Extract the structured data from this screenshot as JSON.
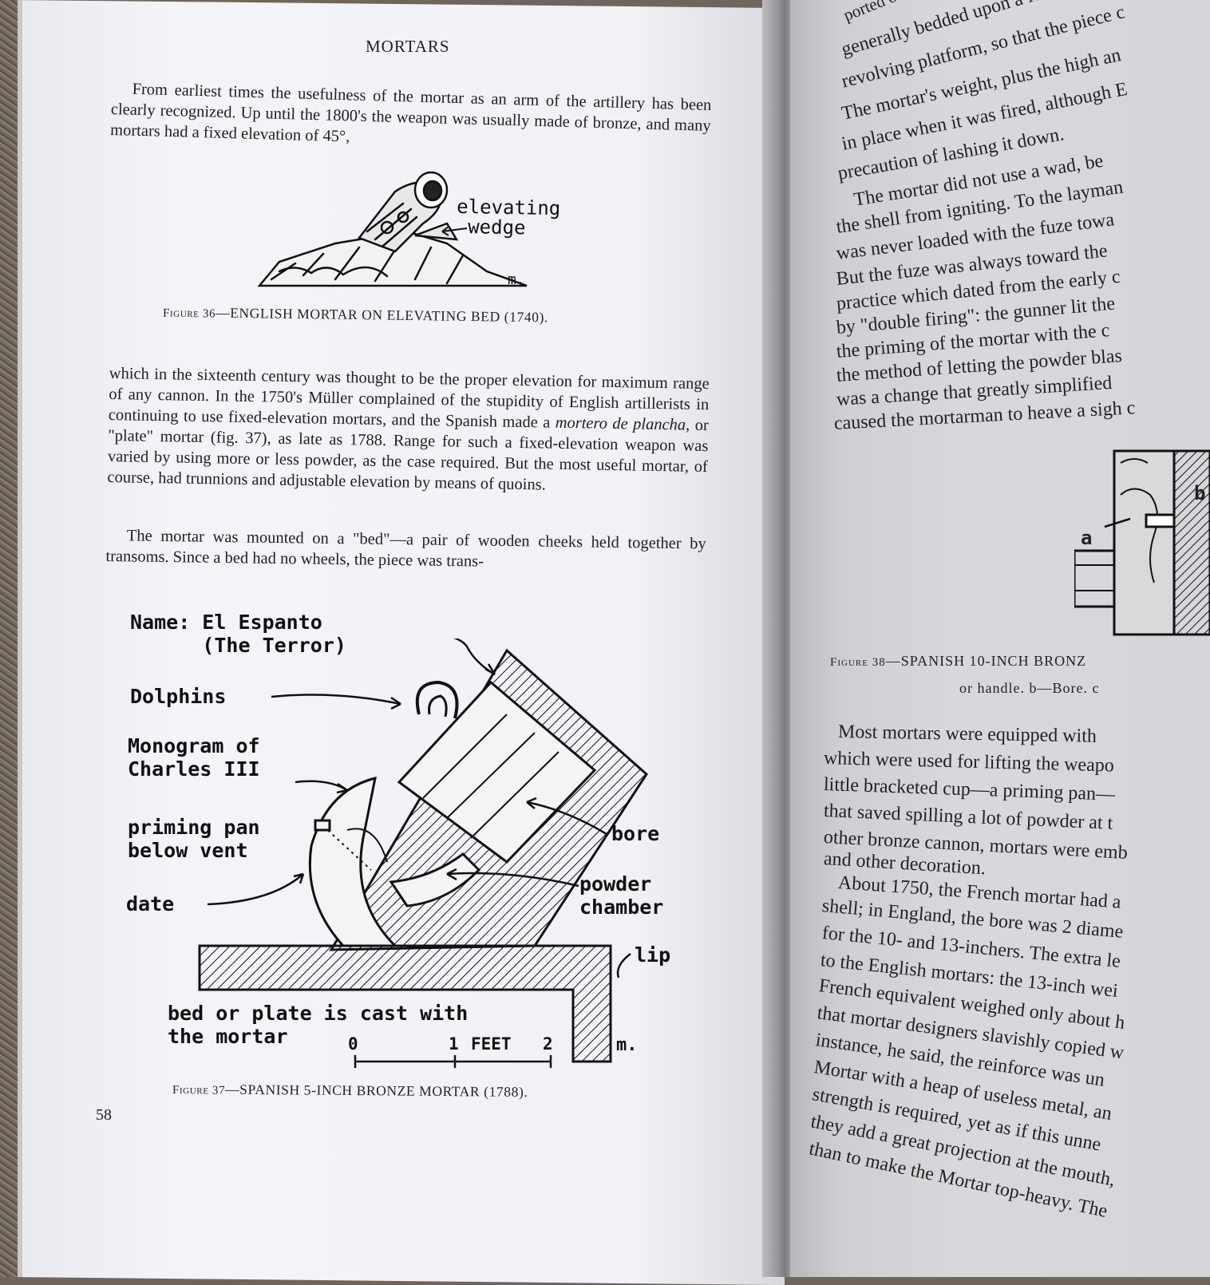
{
  "left_page": {
    "running_head": "MORTARS",
    "paragraph_1": "From earliest times the usefulness of the mortar as an arm of the artillery has been clearly recognized. Up until the 1800's the weapon was usually made of bronze, and many mortars had a fixed elevation of 45°,",
    "figure_36": {
      "labels": {
        "elevating_wedge": "elevating\n wedge",
        "artist": "m."
      },
      "caption_prefix": "Figure 36",
      "caption_text": "—ENGLISH MORTAR ON ELEVATING BED (1740)."
    },
    "paragraph_2": "which in the sixteenth century was thought to be the proper elevation for maximum range of any cannon. In the 1750's Müller complained of the stupidity of English artillerists in continuing to use fixed-elevation mortars, and the Spanish made a mortero de plancha, or \"plate\" mortar (fig. 37), as late as 1788. Range for such a fixed-elevation weapon was varied by using more or less powder, as the case required. But the most useful mortar, of course, had trunnions and adjustable elevation by means of quoins.",
    "paragraph_3": "The mortar was mounted on a \"bed\"—a pair of wooden cheeks held together by transoms. Since a bed had no wheels, the piece was trans-",
    "figure_37": {
      "labels": {
        "name": "Name: El Espanto\n      (The Terror)",
        "dolphins": "Dolphins",
        "monogram": "Monogram of\nCharles III",
        "priming_pan": "priming pan\nbelow vent",
        "date": "date",
        "bore": "bore",
        "powder_chamber": "powder\nchamber",
        "lip": "lip",
        "bed_plate": "bed or plate is cast with\nthe mortar",
        "scale_0": "0",
        "scale_1": "1",
        "scale_feet": "FEET",
        "scale_2": "2",
        "artist": "m."
      },
      "caption_prefix": "Figure 37",
      "caption_text": "—SPANISH 5-INCH BRONZE MORTAR (1788)."
    },
    "page_number": "58"
  },
  "right_page": {
    "lines_top": [
      "ported on a mortar",
      "generally bedded upon a leve",
      "revolving platform, so that the piece c",
      "The mortar's weight, plus the high an",
      "in place when it was fired, although E",
      "precaution of lashing it down.",
      "The mortar did not use a wad, be",
      "the shell from igniting. To the layman",
      "was never loaded with the fuze towa",
      "But the fuze was always toward the",
      "practice which dated from the early c",
      "by \"double firing\": the gunner lit the",
      "the priming of the mortar with the c",
      "the method of letting the powder blas",
      "was a change that greatly simplified",
      "caused the mortarman to heave a sigh c"
    ],
    "figure_38": {
      "labels": {
        "a": "a",
        "b": "b"
      },
      "caption_prefix": "Figure 38",
      "caption_text": "—SPANISH 10-INCH BRONZ",
      "caption_line_2": "or handle.  b—Bore.  c"
    },
    "lines_bottom": [
      "Most mortars were equipped with",
      "which were used for lifting the weapo",
      "little bracketed cup—a priming pan—",
      "that saved spilling a lot of powder at t",
      "other bronze cannon, mortars were emb",
      "and other decoration.",
      "About 1750, the French mortar had a",
      "shell; in England, the bore was 2 diame",
      "for the 10- and 13-inchers. The extra le",
      "to the English mortars: the 13-inch wei",
      "French equivalent weighed only about h",
      "that mortar designers slavishly copied w",
      "instance, he said, the reinforce was un",
      "Mortar with a heap of useless metal, an",
      "strength is required, yet as if this unne",
      "they add a great projection at the mouth,",
      "than to make the Mortar top-heavy. The"
    ]
  }
}
